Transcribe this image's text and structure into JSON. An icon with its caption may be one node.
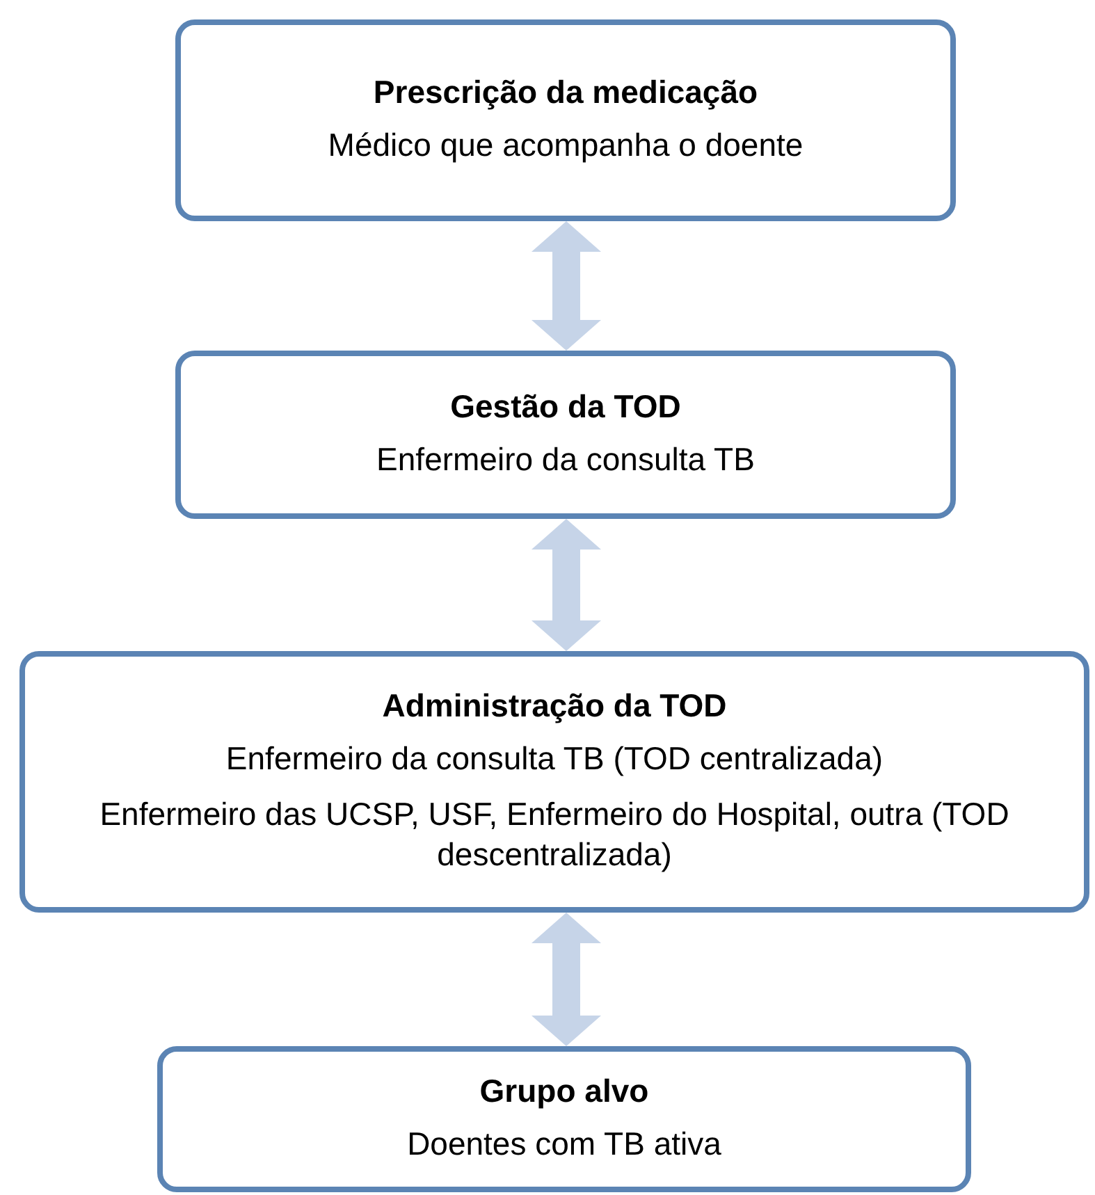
{
  "diagram": {
    "nodes": [
      {
        "text": [
          "Prescrição da medicação",
          "Médico que acompanha o doente"
        ]
      },
      {
        "text": [
          "Gestão da TOD",
          "Enfermeiro da consulta TB"
        ]
      },
      {
        "text": [
          "Administração da TOD",
          "Enfermeiro da consulta TB (TOD centralizada)",
          "Enfermeiro das UCSP, USF, Enfermeiro do Hospital, outra (TOD descentralizada)"
        ]
      },
      {
        "text": [
          "Grupo alvo",
          "Doentes com TB ativa"
        ]
      }
    ],
    "edges": [
      {
        "from": 0,
        "to": 1,
        "arrow": "both"
      },
      {
        "from": 1,
        "to": 2,
        "arrow": "both"
      },
      {
        "from": 2,
        "to": 3,
        "arrow": "both"
      }
    ]
  }
}
